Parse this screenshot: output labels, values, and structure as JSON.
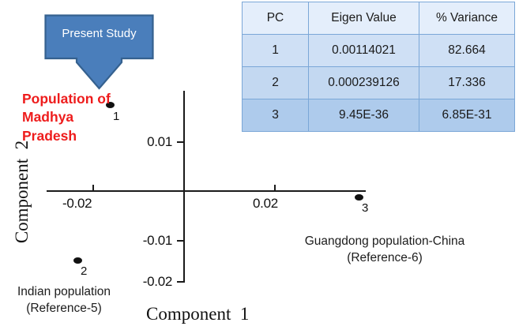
{
  "chart_data": {
    "type": "scatter",
    "title": "",
    "xlabel": "Component  1",
    "ylabel": "Component  2",
    "xlim": [
      -0.03,
      0.035
    ],
    "ylim": [
      -0.022,
      0.021
    ],
    "grid": false,
    "legend": "none",
    "xticks": [
      "-0.02",
      "0.02"
    ],
    "xtick_values": [
      -0.02,
      0.02
    ],
    "yticks": [
      "0.01",
      "-0.01",
      "-0.02"
    ],
    "ytick_values": [
      0.01,
      -0.01,
      -0.02
    ],
    "points": [
      {
        "label": "1",
        "x": -0.0163,
        "y": 0.0175,
        "name": "Population of Madhya Pradesh"
      },
      {
        "label": "2",
        "x": -0.0235,
        "y": -0.0142,
        "name": "Indian population (Reference-5)"
      },
      {
        "label": "3",
        "x": 0.0385,
        "y": -0.0013,
        "name": "Guangdong population-China (Reference-6)"
      }
    ],
    "annotations": [
      {
        "text": "Population  of\nMadhya\nPradesh",
        "color": "#ee1c1c",
        "for_point": "1"
      },
      {
        "text": "Indian population\n(Reference-5)",
        "color": "#1c1c1c",
        "for_point": "2"
      },
      {
        "text": "Guangdong population-China\n(Reference-6)",
        "color": "#1c1c1c",
        "for_point": "3"
      }
    ]
  },
  "callout": {
    "label": "Present Study",
    "fill_color": "#4a7ebb",
    "border_color": "#35618f",
    "text_color": "#ffffff"
  },
  "annotations": {
    "present_study": "Population  of\nMadhya\nPradesh",
    "indian_population": "Indian population\n(Reference-5)",
    "guangdong_population": "Guangdong population-China\n(Reference-6)"
  },
  "axes": {
    "x_title": "Component  1",
    "y_title": "Component  2",
    "x_tick_neg": "-0.02",
    "x_tick_pos": "0.02",
    "y_tick_pos": "0.01",
    "y_tick_neg1": "-0.01",
    "y_tick_neg2": "-0.02"
  },
  "point_labels": {
    "p1": "1",
    "p2": "2",
    "p3": "3"
  },
  "eigen_table": {
    "headers": [
      "PC",
      "Eigen Value",
      "% Variance"
    ],
    "rows": [
      [
        "1",
        "0.00114021",
        "82.664"
      ],
      [
        "2",
        "0.000239126",
        "17.336"
      ],
      [
        "3",
        "9.45E-36",
        "6.85E-31"
      ]
    ],
    "border_color": "#7ba7d7"
  }
}
